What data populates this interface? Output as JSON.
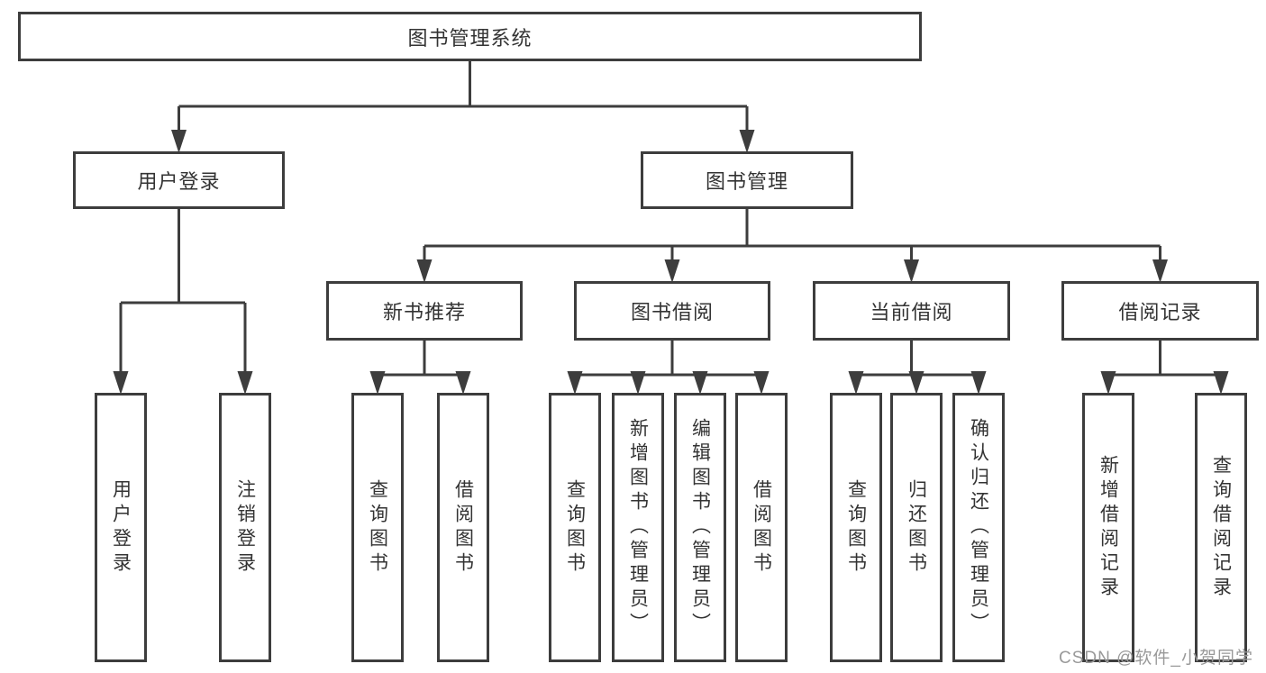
{
  "diagram": {
    "nodes": [
      {
        "id": "root",
        "label": "图书管理系统"
      },
      {
        "id": "user-login",
        "label": "用户登录"
      },
      {
        "id": "book-mgmt",
        "label": "图书管理"
      },
      {
        "id": "new-book-rec",
        "label": "新书推荐"
      },
      {
        "id": "book-borrow",
        "label": "图书借阅"
      },
      {
        "id": "current-borrow",
        "label": "当前借阅"
      },
      {
        "id": "borrow-records",
        "label": "借阅记录"
      },
      {
        "id": "leaf-user-login",
        "label": "用户登录"
      },
      {
        "id": "leaf-logout",
        "label": "注销登录"
      },
      {
        "id": "leaf-query-book-1",
        "label": "查询图书"
      },
      {
        "id": "leaf-borrow-book-1",
        "label": "借阅图书"
      },
      {
        "id": "leaf-query-book-2",
        "label": "查询图书"
      },
      {
        "id": "leaf-add-book",
        "label": "新增图书（管理员）"
      },
      {
        "id": "leaf-edit-book",
        "label": "编辑图书（管理员）"
      },
      {
        "id": "leaf-borrow-book-2",
        "label": "借阅图书"
      },
      {
        "id": "leaf-query-book-3",
        "label": "查询图书"
      },
      {
        "id": "leaf-return-book",
        "label": "归还图书"
      },
      {
        "id": "leaf-confirm-return",
        "label": "确认归还（管理员）"
      },
      {
        "id": "leaf-add-record",
        "label": "新增借阅记录"
      },
      {
        "id": "leaf-query-record",
        "label": "查询借阅记录"
      }
    ],
    "edges": [
      {
        "from": "root",
        "to": [
          "user-login",
          "book-mgmt"
        ]
      },
      {
        "from": "user-login",
        "to": [
          "leaf-user-login",
          "leaf-logout"
        ]
      },
      {
        "from": "book-mgmt",
        "to": [
          "new-book-rec",
          "book-borrow",
          "current-borrow",
          "borrow-records"
        ]
      },
      {
        "from": "new-book-rec",
        "to": [
          "leaf-query-book-1",
          "leaf-borrow-book-1"
        ]
      },
      {
        "from": "book-borrow",
        "to": [
          "leaf-query-book-2",
          "leaf-add-book",
          "leaf-edit-book",
          "leaf-borrow-book-2"
        ]
      },
      {
        "from": "current-borrow",
        "to": [
          "leaf-query-book-3",
          "leaf-return-book",
          "leaf-confirm-return"
        ]
      },
      {
        "from": "borrow-records",
        "to": [
          "leaf-add-record",
          "leaf-query-record"
        ]
      }
    ]
  },
  "watermark": {
    "text": "CSDN @软件_小贺同学"
  },
  "colors": {
    "line": "#3d3d3d",
    "text": "#333333",
    "background": "#ffffff",
    "watermark": "#999999"
  }
}
